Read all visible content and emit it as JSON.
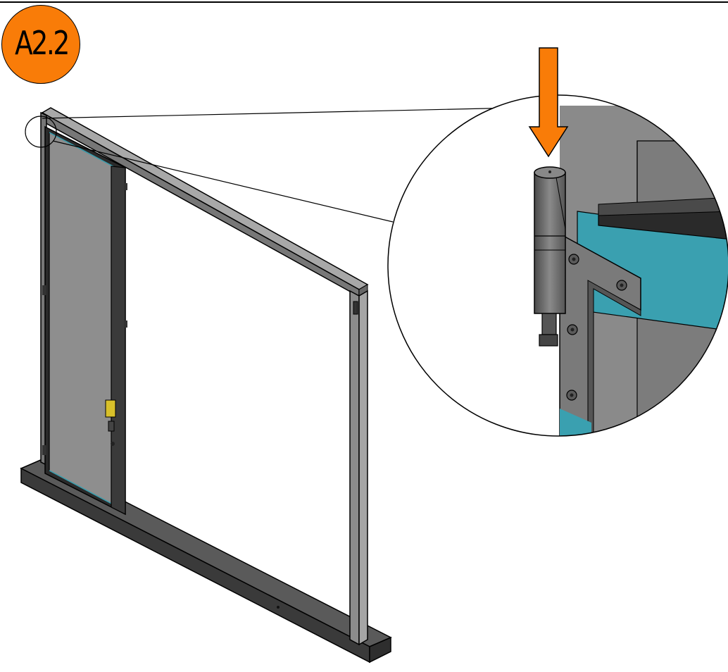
{
  "step": {
    "label": "A2.2"
  },
  "colors": {
    "badge": "#f97c08",
    "arrow": "#f97c08",
    "door_panel": "#8e8e8e",
    "frame": "#9a9a9a",
    "base": "#4a4a4a",
    "glass": "#3aa0b0",
    "hinge": "#6c6c6c"
  },
  "figure": {
    "overview": "door-frame-assembly",
    "detail": "hinge-pin-insertion",
    "arrow_direction": "down"
  }
}
